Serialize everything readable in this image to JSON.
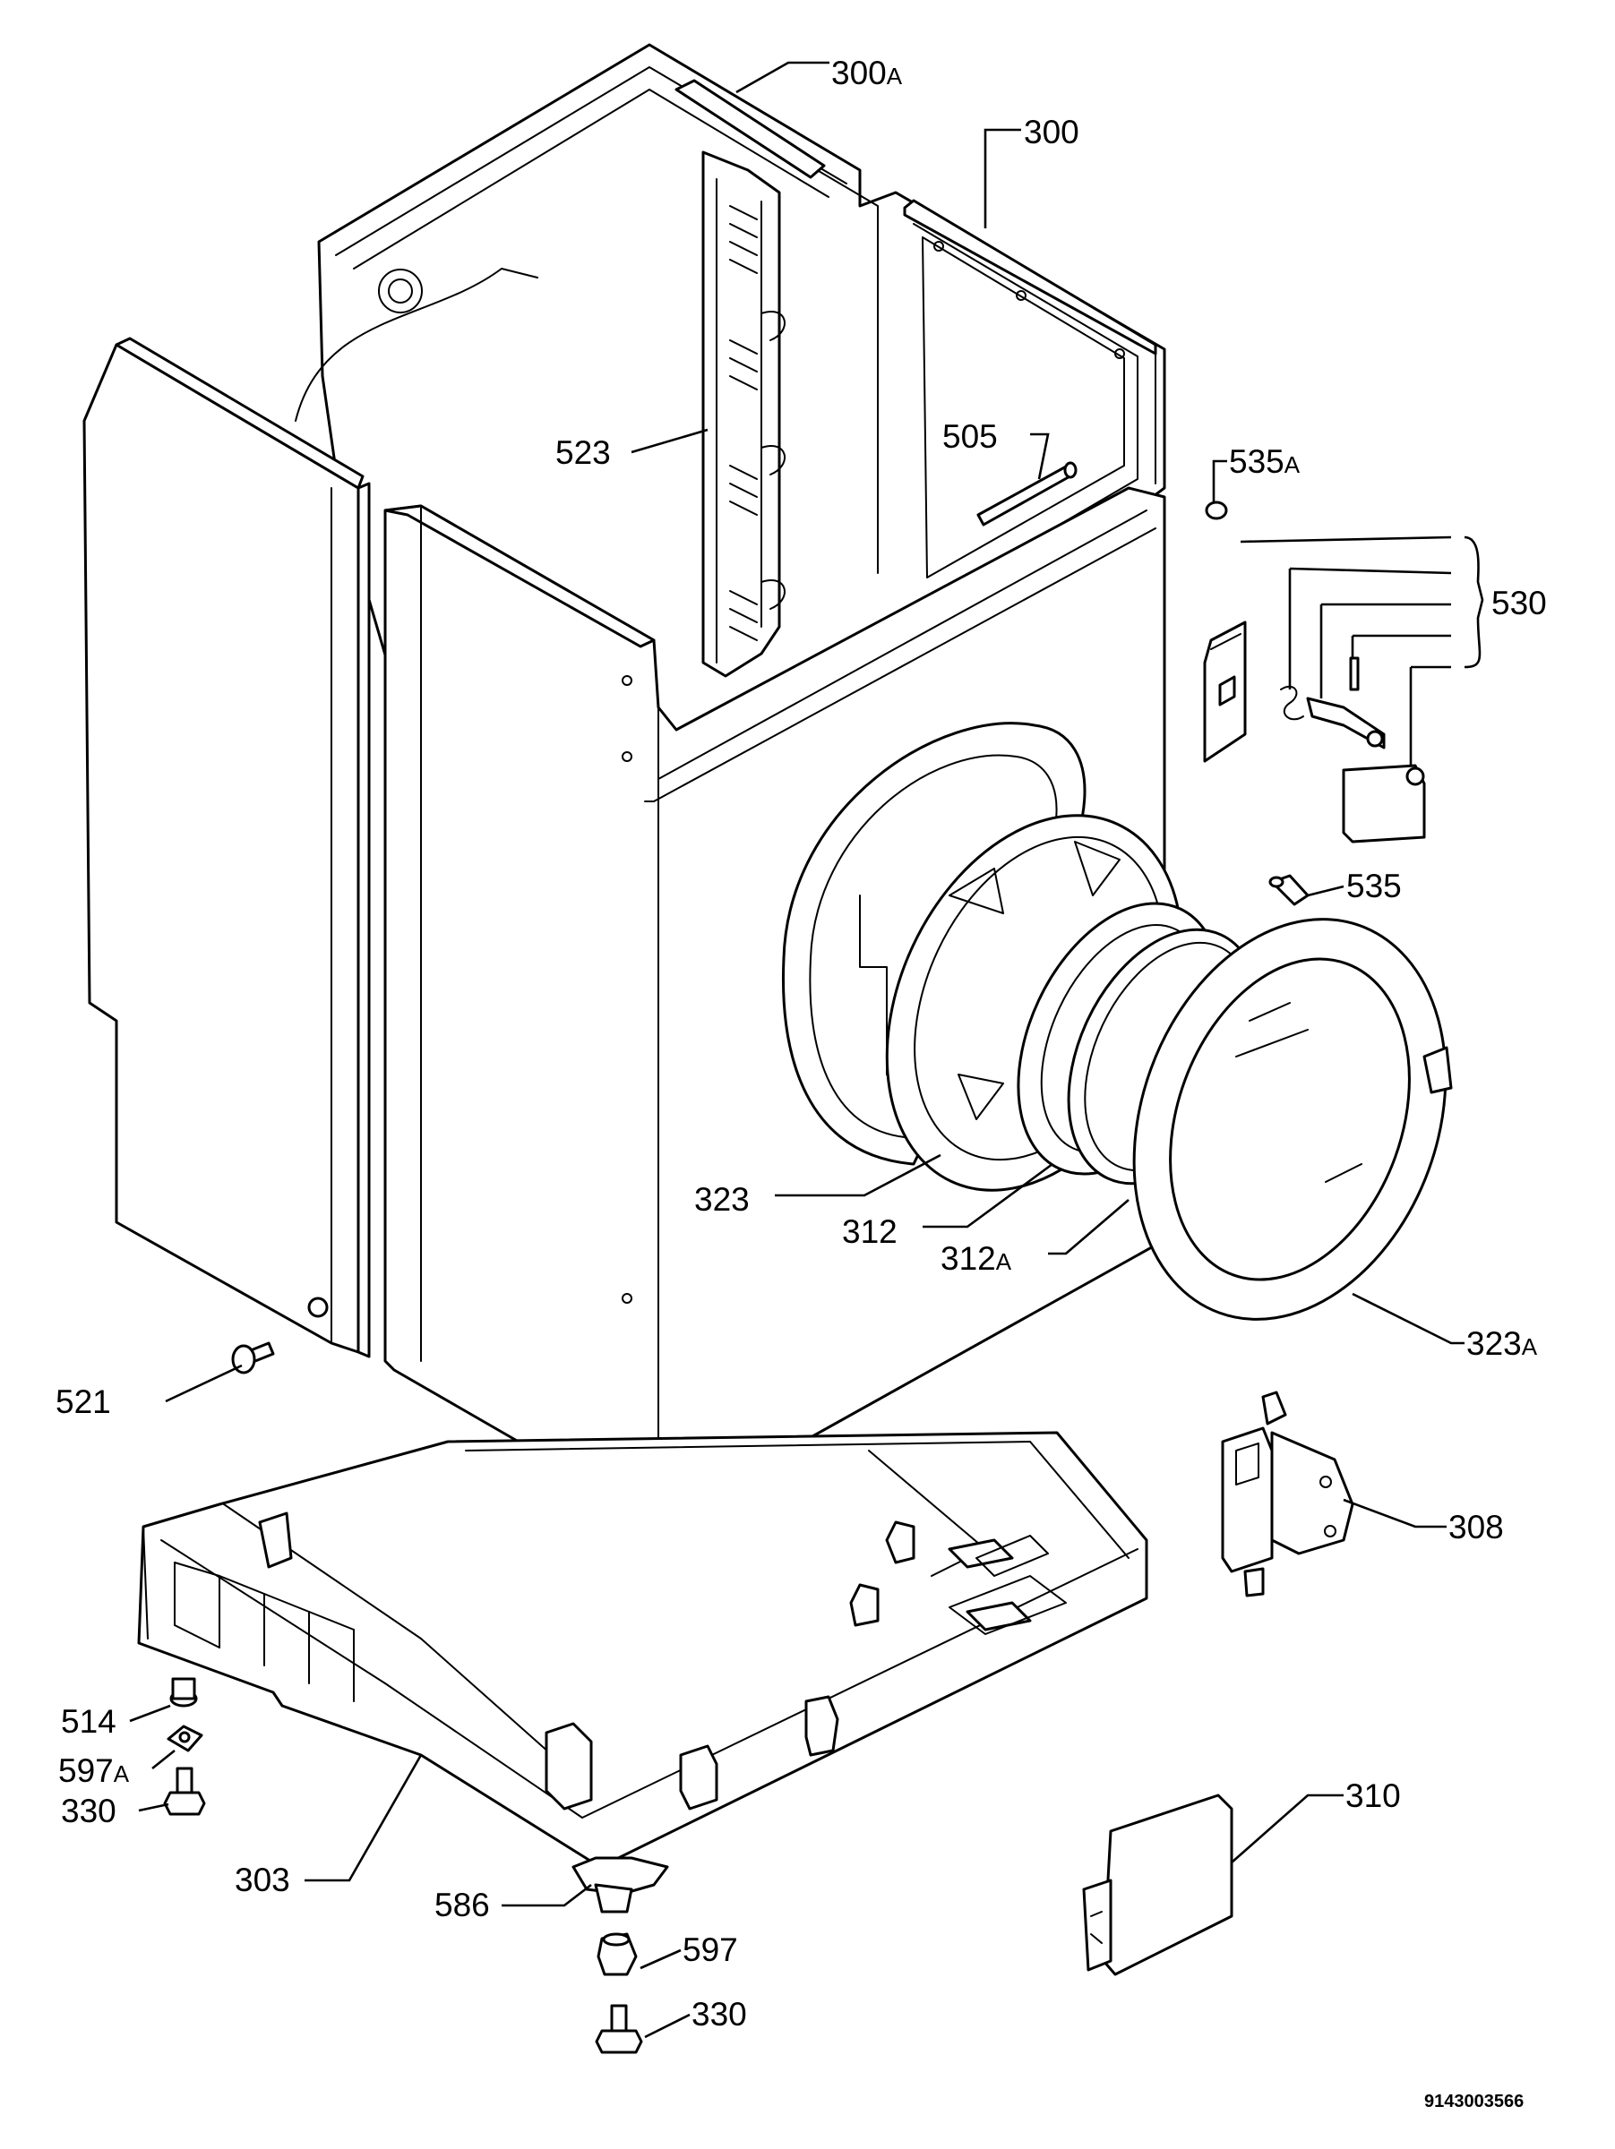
{
  "labels": {
    "l300a": "300",
    "l300a_sfx": "A",
    "l300": "300",
    "l523": "523",
    "l505": "505",
    "l535a": "535",
    "l535a_sfx": "A",
    "l530": "530",
    "l535": "535",
    "l323": "323",
    "l312": "312",
    "l312a": "312",
    "l312a_sfx": "A",
    "l323a": "323",
    "l323a_sfx": "A",
    "l521": "521",
    "l308": "308",
    "l514": "514",
    "l597a": "597",
    "l597a_sfx": "A",
    "l330_left": "330",
    "l303": "303",
    "l310": "310",
    "l586": "586",
    "l597": "597",
    "l330_bottom": "330"
  },
  "drawing_code": "9143003566",
  "colors": {
    "line": "#000000",
    "background": "#ffffff"
  }
}
